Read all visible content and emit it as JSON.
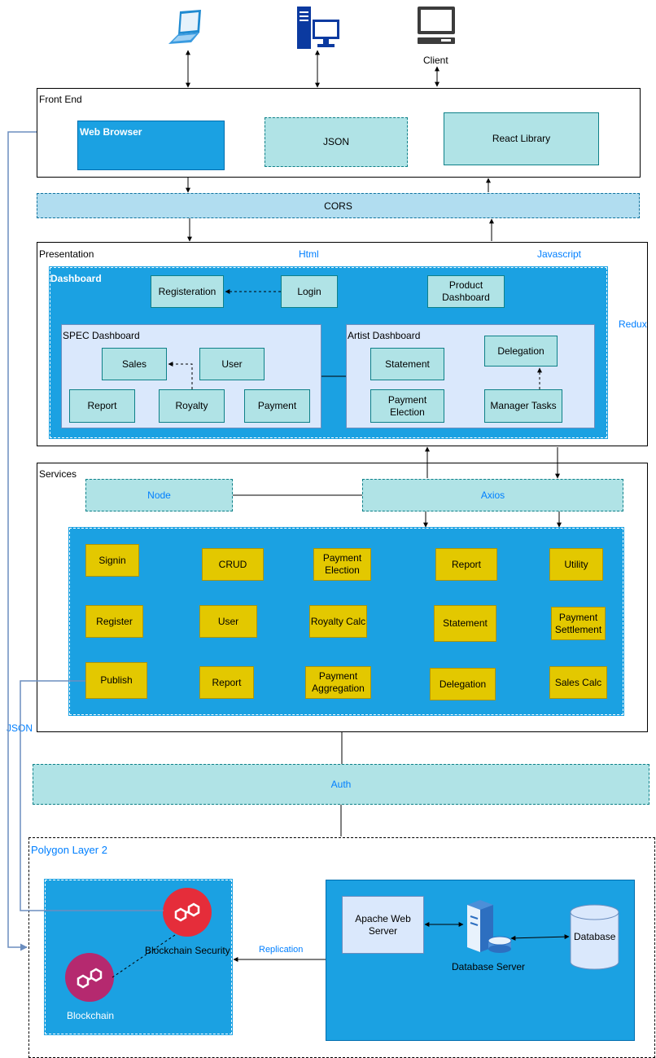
{
  "clients": {
    "client_label": "Client"
  },
  "front_end": {
    "title": "Front End",
    "web_browser": "Web Browser",
    "json": "JSON",
    "react_library": "React Library"
  },
  "cors": "CORS",
  "presentation": {
    "title": "Presentation",
    "html": "Html",
    "javascript": "Javascript",
    "redux": "Redux",
    "dashboard": {
      "title": "Dashboard",
      "registration": "Registeration",
      "login": "Login",
      "product_dashboard": "Product Dashboard"
    },
    "spec_dashboard": {
      "title": "SPEC Dashboard",
      "sales": "Sales",
      "user": "User",
      "report": "Report",
      "royalty": "Royalty",
      "payment": "Payment"
    },
    "artist_dashboard": {
      "title": "Artist Dashboard",
      "statement": "Statement",
      "delegation": "Delegation",
      "payment_election": "Payment Election",
      "manager_tasks": "Manager Tasks"
    }
  },
  "services": {
    "title": "Services",
    "node": "Node",
    "axios": "Axios",
    "items": [
      "Signin",
      "CRUD",
      "Payment Election",
      "Report",
      "Utility",
      "Register",
      "User",
      "Royalty Calc",
      "Statement",
      "Payment Settlement",
      "Publish",
      "Report",
      "Payment Aggregation",
      "Delegation",
      "Sales Calc"
    ]
  },
  "json_link_label": "JSON",
  "auth": "Auth",
  "polygon": {
    "title": "Polygon Layer 2",
    "blockchain_security": "Blockchain Security",
    "blockchain": "Blockchain",
    "replication": "Replication",
    "apache_web_server": "Apache Web Server",
    "database_server": "Database Server",
    "database": "Database"
  },
  "colors": {
    "accent_blue": "#1ba1e2",
    "teal_fill": "#b0e3e6",
    "gold_fill": "#e3c800",
    "link_blue": "#6c8ebf",
    "text_blue": "#007fff",
    "security_red": "#e52d3a",
    "blockchain_magenta": "#b5296f"
  },
  "icons": [
    "laptop-icon",
    "desktop-computer-icon",
    "monitor-icon",
    "database-server-icon",
    "database-icon",
    "blockchain-security-icon",
    "blockchain-icon"
  ]
}
